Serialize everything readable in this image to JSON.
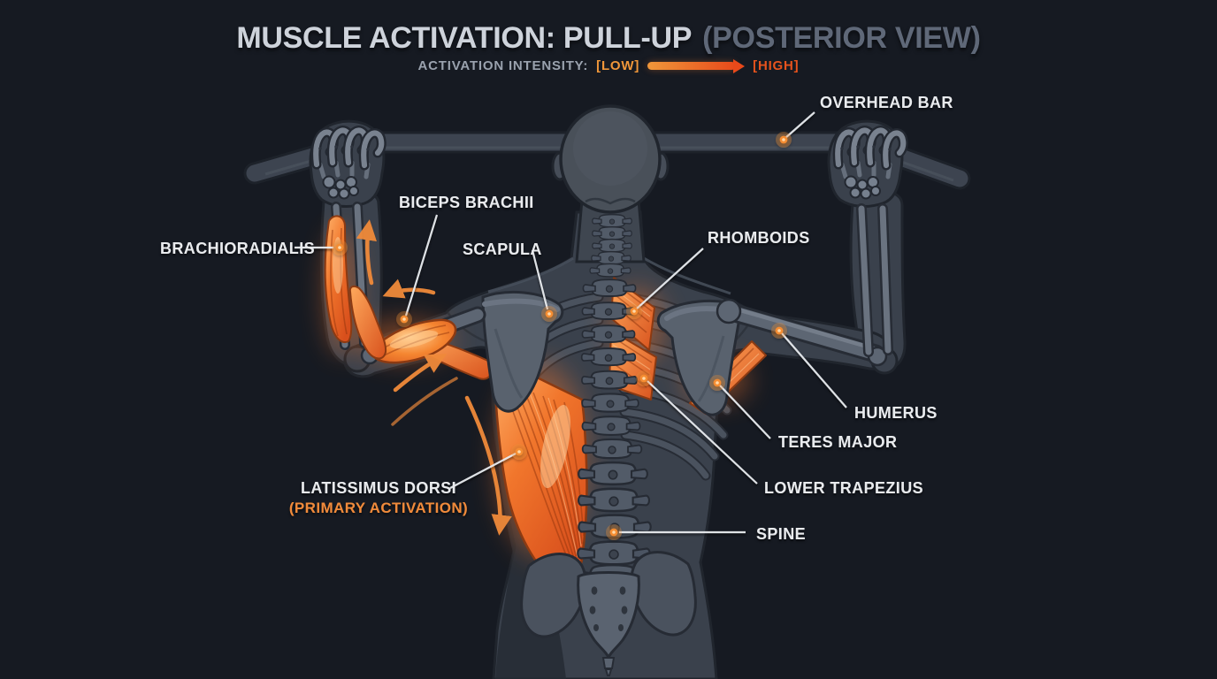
{
  "title": {
    "main": "MUSCLE ACTIVATION: PULL-UP",
    "suffix": "(POSTERIOR VIEW)"
  },
  "legend": {
    "prefix": "ACTIVATION INTENSITY:",
    "low": "[LOW]",
    "high": "[HIGH]"
  },
  "colors": {
    "background": "#161a22",
    "activation_low": "#f0973a",
    "activation_high": "#e7531d",
    "muscle_orange": "#f37a2e",
    "label_text": "#e9ebee",
    "title_primary": "#ced3db",
    "title_secondary": "#5f6878"
  },
  "annotations": [
    {
      "id": "overhead-bar",
      "label": "OVERHEAD BAR"
    },
    {
      "id": "biceps-brachii",
      "label": "BICEPS BRACHII"
    },
    {
      "id": "brachioradialis",
      "label": "BRACHIORADIALIS"
    },
    {
      "id": "scapula",
      "label": "SCAPULA"
    },
    {
      "id": "rhomboids",
      "label": "RHOMBOIDS"
    },
    {
      "id": "humerus",
      "label": "HUMERUS"
    },
    {
      "id": "teres-major",
      "label": "TERES MAJOR"
    },
    {
      "id": "lower-trapezius",
      "label": "LOWER TRAPEZIUS"
    },
    {
      "id": "spine",
      "label": "SPINE"
    },
    {
      "id": "latissimus-dorsi",
      "label": "LATISSIMUS DORSI",
      "note": "(PRIMARY ACTIVATION)"
    }
  ]
}
